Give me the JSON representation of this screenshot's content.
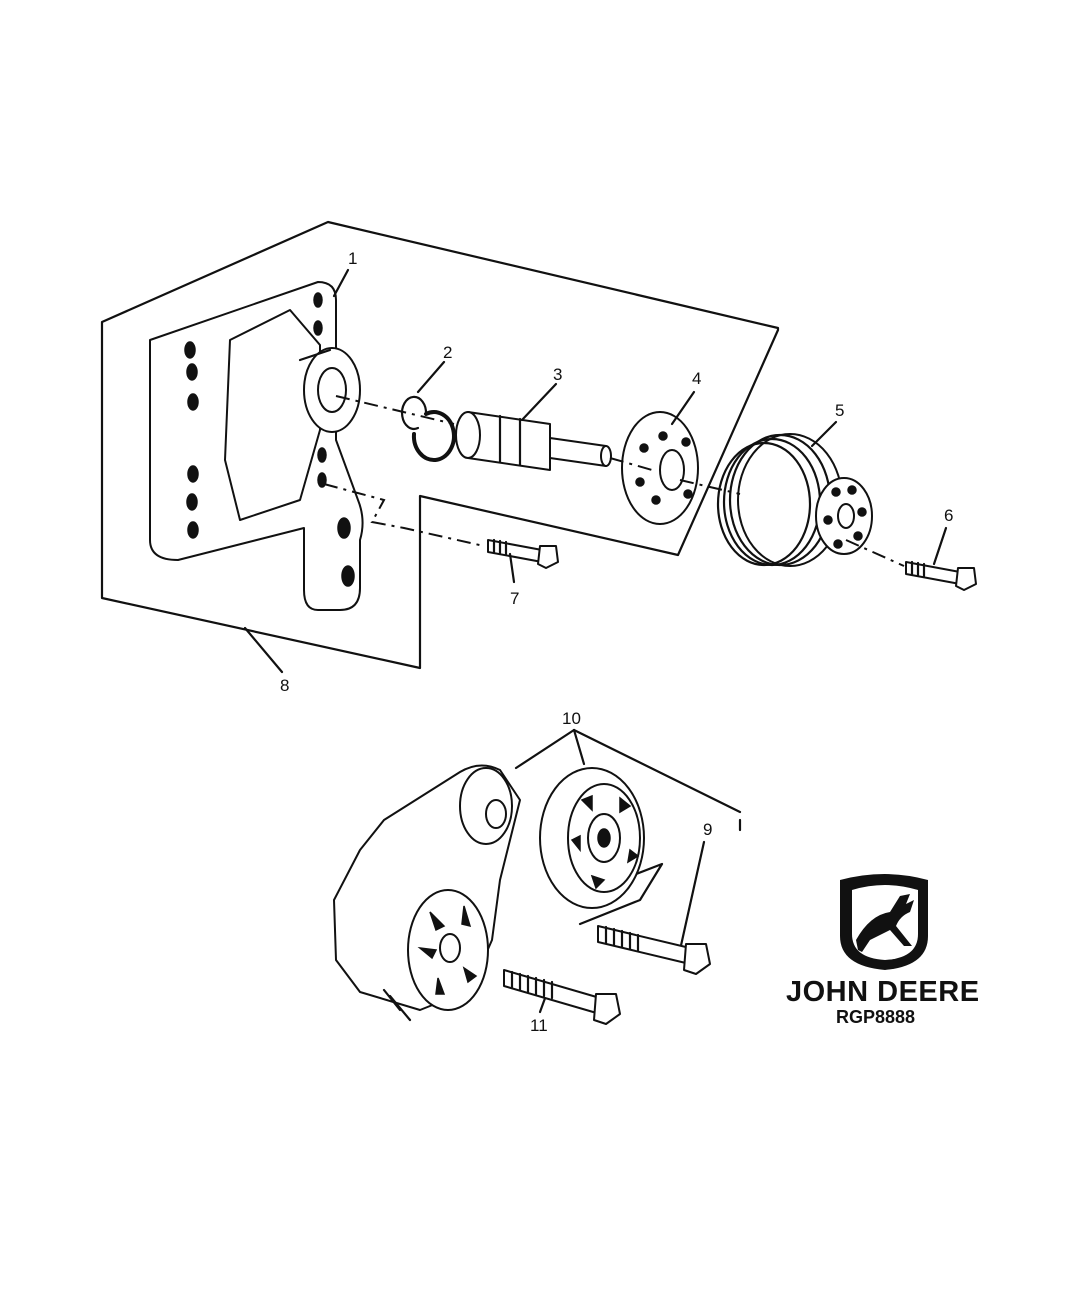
{
  "diagram": {
    "callouts": [
      "1",
      "2",
      "3",
      "4",
      "5",
      "6",
      "7",
      "8",
      "9",
      "10",
      "11"
    ],
    "parts": [
      {
        "name": "mounting-bracket"
      },
      {
        "name": "snap-ring"
      },
      {
        "name": "shaft"
      },
      {
        "name": "hub"
      },
      {
        "name": "pulley"
      },
      {
        "name": "pulley-cap-screw"
      },
      {
        "name": "bracket-cap-screw"
      },
      {
        "name": "idler-assembly-frame"
      },
      {
        "name": "tensioner-pulley-bolt"
      },
      {
        "name": "belt-tensioner"
      },
      {
        "name": "tensioner-mounting-bolt"
      }
    ]
  },
  "brand": {
    "logo_icon": "leaping-deer-icon",
    "name": "JOHN DEERE",
    "doc_code": "RGP8888"
  },
  "colors": {
    "line": "#111111",
    "background": "#ffffff"
  }
}
